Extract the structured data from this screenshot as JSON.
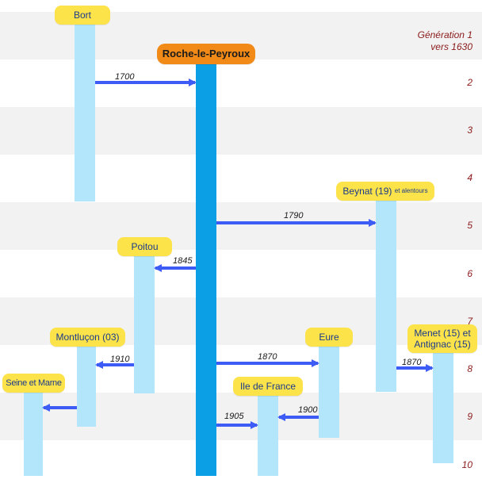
{
  "generations": [
    {
      "label_line1": "Génération 1",
      "label_line2": "vers 1630"
    },
    {
      "label_line1": "2"
    },
    {
      "label_line1": "3"
    },
    {
      "label_line1": "4"
    },
    {
      "label_line1": "5"
    },
    {
      "label_line1": "6"
    },
    {
      "label_line1": "7"
    },
    {
      "label_line1": "8"
    },
    {
      "label_line1": "9"
    },
    {
      "label_line1": "10"
    }
  ],
  "places": {
    "bort": "Bort",
    "roche": "Roche-le-Peyroux",
    "beynat": "Beynat (19)",
    "beynat_suffix": "et alentours",
    "poitou": "Poitou",
    "montlucon": "Montluçon (03)",
    "eure": "Eure",
    "menet_line1": "Menet (15) et",
    "menet_line2": "Antignac (15)",
    "seine": "Seine et Marne",
    "iledefrance": "Ile de France"
  },
  "migrations": [
    {
      "from": "Bort",
      "to": "Roche-le-Peyroux",
      "year": "1700"
    },
    {
      "from": "Roche-le-Peyroux",
      "to": "Beynat (19)",
      "year": "1790"
    },
    {
      "from": "Roche-le-Peyroux",
      "to": "Poitou",
      "year": "1845"
    },
    {
      "from": "Poitou",
      "to": "Montluçon (03)",
      "year": "1910"
    },
    {
      "from": "Roche-le-Peyroux",
      "to": "Eure",
      "year": "1870"
    },
    {
      "from": "Beynat (19)",
      "to": "Menet (15) et Antignac (15)",
      "year": "1870"
    },
    {
      "from": "Eure",
      "to": "Ile de France",
      "year": "1900"
    },
    {
      "from": "Roche-le-Peyroux",
      "to": "Ile de France",
      "year": "1905"
    },
    {
      "from": "Montluçon (03)",
      "to": "Seine et Marne",
      "year": ""
    }
  ],
  "colors": {
    "band": "#f2f2f2",
    "bar": "#b3e6fb",
    "main_bar": "#0ba0e6",
    "label": "#fde34a",
    "main_label": "#f28a18",
    "arrow": "#3d5cf5",
    "generation_text": "#8b1a1a"
  }
}
